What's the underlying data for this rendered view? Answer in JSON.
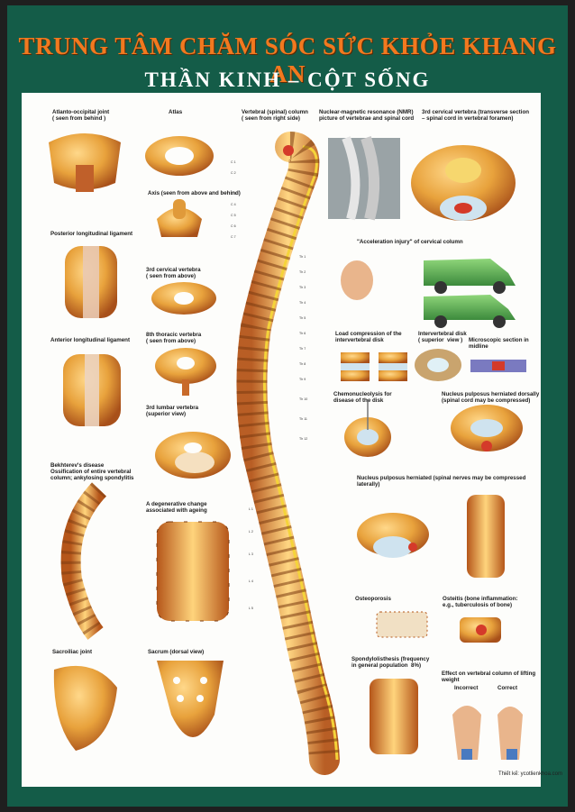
{
  "header": {
    "title": "TRUNG TÂM CHĂM SÓC SỨC KHỎE KHANG AN",
    "subtitle": "THẦN KINH – CỘT SỐNG"
  },
  "panels": {
    "atlanto": "Atlanto-occipital joint\n( seen from behind )",
    "atlas": "Atlas",
    "vertebral_column": "Vertebral (spinal) column\n( seen from right side)",
    "nmr": "Nuclear-magnetic resonance (NMR)\npicture of vertebrae and spinal cord",
    "third_cervical_section": "3rd cervical vertebra (transverse section\n– spinal cord in vertebral foramen)",
    "axis": "Axis (seen from above and behind)",
    "posterior_ligament": "Posterior longitudinal ligament",
    "third_cervical_above": "3rd cervical vertebra\n( seen from above)",
    "eighth_thoracic": "8th thoracic vertebra\n( seen from above)",
    "anterior_ligament": "Anterior longitudinal ligament",
    "third_lumbar": "3rd lumbar vertebra\n(superior view)",
    "acceleration": "\"Acceleration injury\" of cervical column",
    "load_compression": "Load compression of the\nintervertebral disk",
    "intervertebral_disk": "Intervertebral disk\n( superior  view )",
    "microscopic": "Microscopic section in midline",
    "chemo": "Chemonucleolysis for\ndisease of the disk",
    "nucleus_dorsal": "Nucleus pulposus herniated dorsally\n(spinal cord may be compressed)",
    "bekhterev": "Bekhterev's disease\nOssification of entire vertebral\ncolumn; ankylosing spondylitis",
    "degenerative": "A degenerative change\nassociated with ageing",
    "nucleus_lateral": "Nucleus pulposus herniated (spinal nerves may be compressed laterally)",
    "osteoporosis": "Osteoporosis",
    "osteitis": "Osteitis (bone inflammation:\ne.g., tuberculosis of bone)",
    "sacroiliac": "Sacroiliac joint",
    "sacrum": "Sacrum (dorsal view)",
    "spondylolisthesis": "Spondylolisthesis (frequency\nin general population  8%)",
    "lifting": "Effect on vertebral column of lifting weight",
    "incorrect": "Incorrect",
    "correct": "Correct"
  },
  "spine_labels": {
    "cervical": [
      "C 1",
      "C 2",
      "C 3",
      "C 4",
      "C 5",
      "C 6",
      "C 7"
    ],
    "thoracic": [
      "Th 1",
      "Th 2",
      "Th 3",
      "Th 4",
      "Th 5",
      "Th 6",
      "Th 7",
      "Th 8",
      "Th 9",
      "Th 10",
      "Th 11",
      "Th 12"
    ],
    "lumbar": [
      "L 1",
      "L 2",
      "L 3",
      "L 4",
      "L 5"
    ]
  },
  "credit": "Thiết kế: ycotlienkhoa.com",
  "colors": {
    "frame": "#145c48",
    "title": "#f2791f",
    "bone": "#e8a23c",
    "bone_dark": "#b5561a",
    "nerve": "#f5d43a",
    "disk": "#cfe3ef"
  }
}
